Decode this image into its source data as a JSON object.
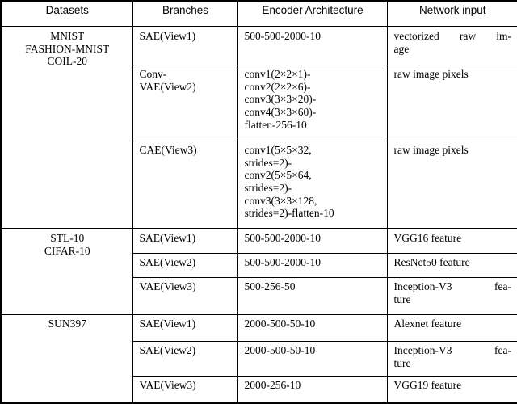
{
  "table": {
    "headers": [
      "Datasets",
      "Branches",
      "Encoder Architecture",
      "Network input"
    ],
    "sections": [
      {
        "datasets": "MNIST\nFASHION-MNIST\nCOIL-20",
        "rows": [
          {
            "branch": "SAE(View1)",
            "architecture": "500-500-2000-10",
            "input_line1": "vectorized raw im-",
            "input_line2": "age",
            "input_justified": true
          },
          {
            "branch": "Conv-\nVAE(View2)",
            "architecture": "conv1(2×2×1)-\nconv2(2×2×6)-\nconv3(3×3×20)-\nconv4(3×3×60)-\nflatten-256-10",
            "input_line1": "raw image pixels",
            "input_line2": "",
            "input_justified": false
          },
          {
            "branch": "CAE(View3)",
            "architecture": "conv1(5×5×32,\nstrides=2)-\nconv2(5×5×64,\nstrides=2)-\nconv3(3×3×128,\nstrides=2)-flatten-10",
            "input_line1": "raw image pixels",
            "input_line2": "",
            "input_justified": false
          }
        ]
      },
      {
        "datasets": "STL-10\nCIFAR-10",
        "rows": [
          {
            "branch": "SAE(View1)",
            "architecture": "500-500-2000-10",
            "input_line1": "VGG16 feature",
            "input_line2": "",
            "input_justified": false
          },
          {
            "branch": "SAE(View2)",
            "architecture": "500-500-2000-10",
            "input_line1": "ResNet50 feature",
            "input_line2": "",
            "input_justified": false
          },
          {
            "branch": "VAE(View3)",
            "architecture": "500-256-50",
            "input_line1": "Inception-V3 fea-",
            "input_line2": "ture",
            "input_justified": true
          }
        ]
      },
      {
        "datasets": "SUN397",
        "rows": [
          {
            "branch": "SAE(View1)",
            "architecture": "2000-500-50-10",
            "input_line1": "Alexnet feature",
            "input_line2": "",
            "input_justified": false
          },
          {
            "branch": "SAE(View2)",
            "architecture": "2000-500-50-10",
            "input_line1": "Inception-V3 fea-",
            "input_line2": "ture",
            "input_justified": true
          },
          {
            "branch": "VAE(View3)",
            "architecture": "2000-256-10",
            "input_line1": "VGG19 feature",
            "input_line2": "",
            "input_justified": false
          }
        ]
      }
    ]
  }
}
